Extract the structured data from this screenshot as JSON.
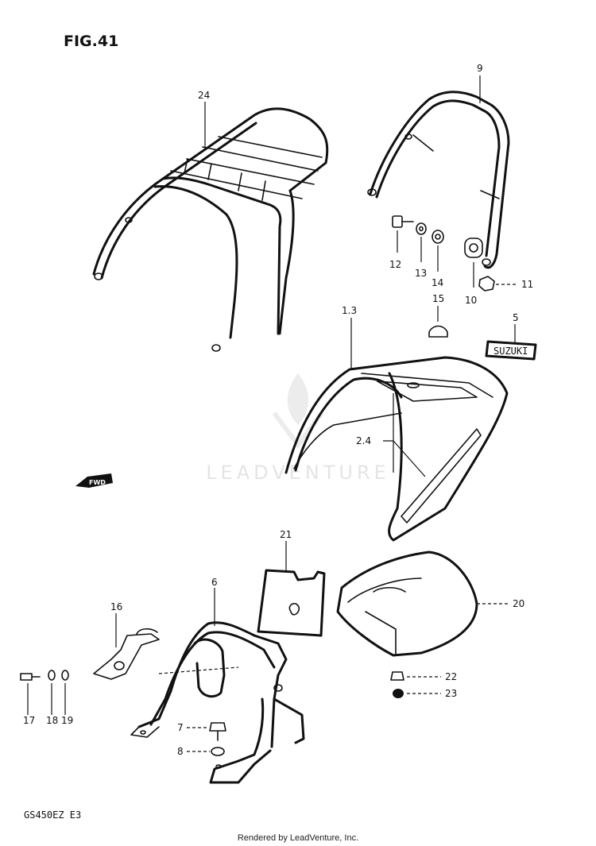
{
  "figure_title": "FIG.41",
  "model_code": "GS450EZ  E3",
  "footer": "Rendered by LeadVenture, Inc.",
  "watermark": "LEADVENTURE",
  "decal_text": "SUZUKI",
  "direction_marker": "FWD",
  "callouts": {
    "c1_3": "1.3",
    "c2_4": "2.4",
    "c5": "5",
    "c6": "6",
    "c7": "7",
    "c8": "8",
    "c9": "9",
    "c10": "10",
    "c11": "11",
    "c12": "12",
    "c13": "13",
    "c14": "14",
    "c15": "15",
    "c16": "16",
    "c17": "17",
    "c18": "18",
    "c19": "19",
    "c20": "20",
    "c21": "21",
    "c22": "22",
    "c23": "23",
    "c24": "24"
  },
  "colors": {
    "ink": "#111111",
    "watermark": "#e4e4e4"
  }
}
